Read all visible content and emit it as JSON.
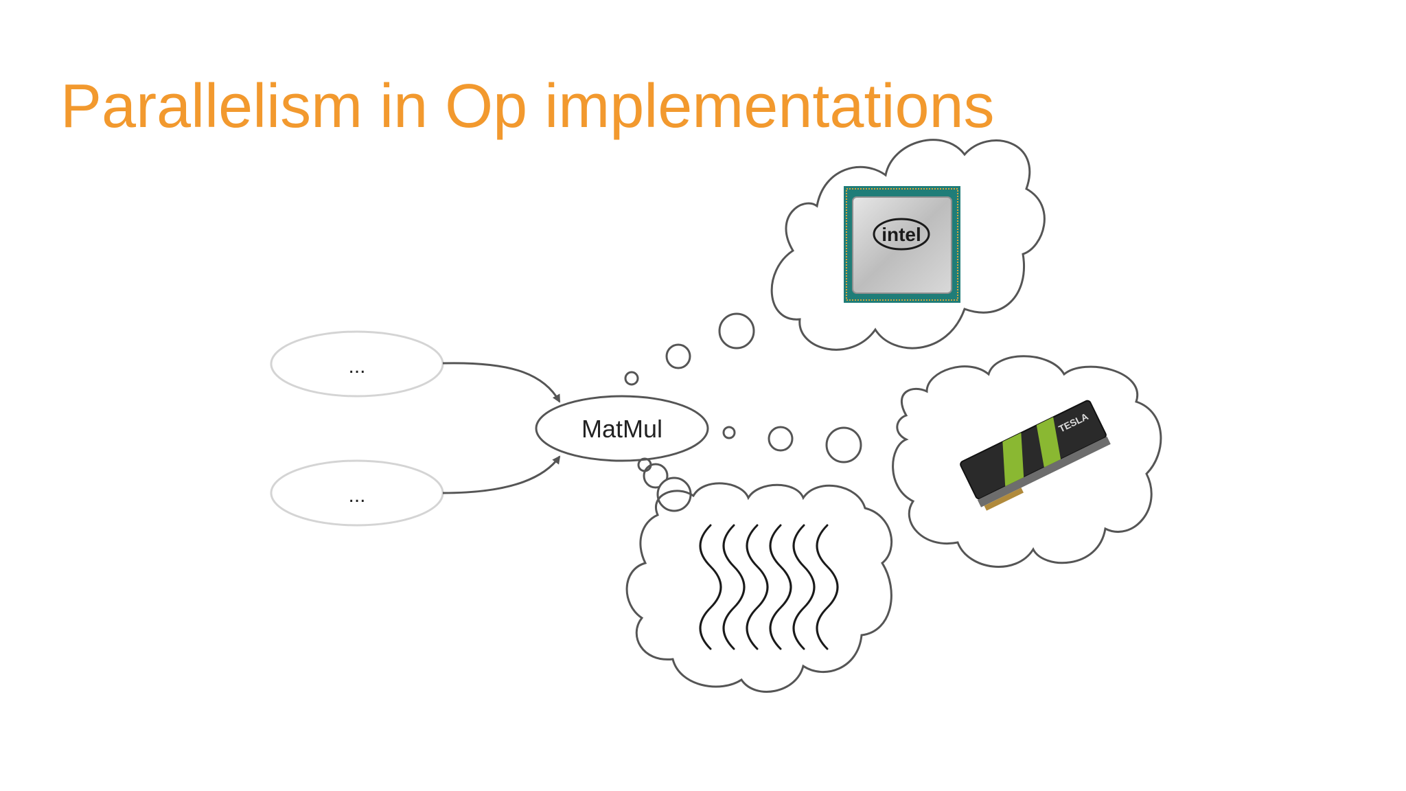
{
  "slide": {
    "title": "Parallelism in Op implementations"
  },
  "colors": {
    "title": "#f2992e",
    "outline": "#555555",
    "input_node_outline": "#d4d4d4",
    "chip_substrate": "#1f7d78",
    "chip_lid": "#c7c7c7",
    "gpu_body": "#2a2a2a",
    "gpu_accent": "#8ab832"
  },
  "diagram": {
    "input_nodes": [
      {
        "label": "..."
      },
      {
        "label": "..."
      }
    ],
    "op_node": {
      "label": "MatMul"
    },
    "thoughts": {
      "cpu": {
        "logo_text": "intel",
        "icon": "intel-cpu-icon"
      },
      "gpu": {
        "brand_text": "TESLA",
        "icon": "nvidia-tesla-gpu-icon"
      },
      "threads": {
        "icon": "threads-icon",
        "count": 6
      }
    }
  }
}
